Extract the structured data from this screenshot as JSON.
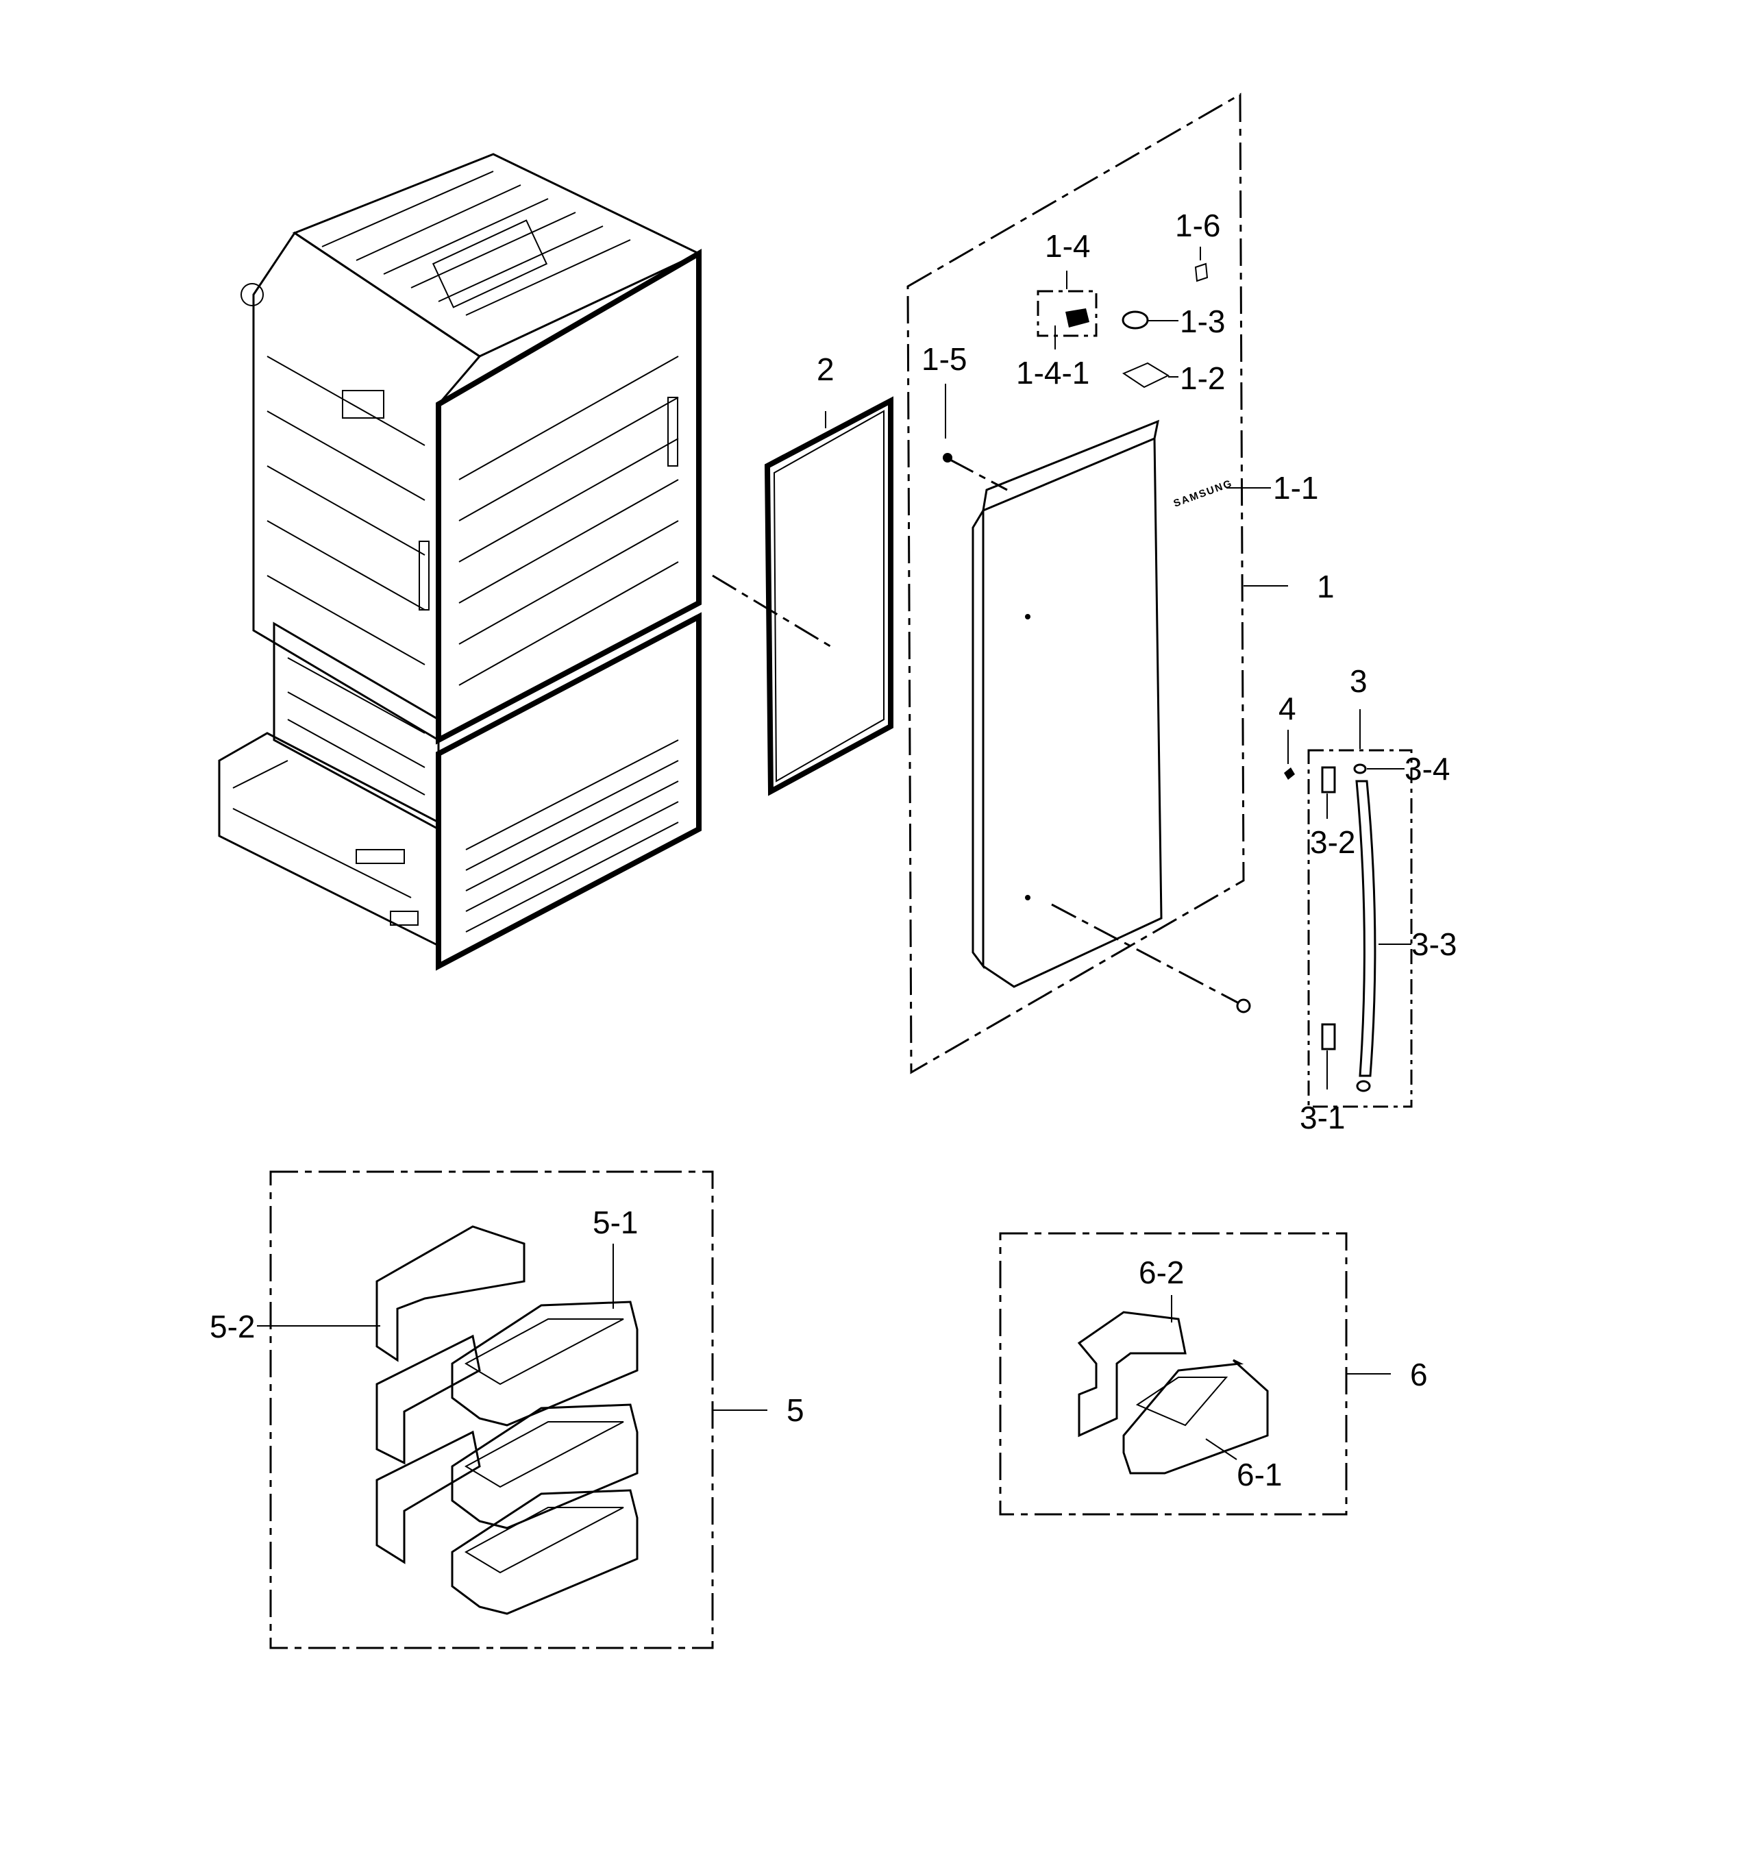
{
  "labels": {
    "l1": "1",
    "l1_1": "1-1",
    "l1_2": "1-2",
    "l1_3": "1-3",
    "l1_4": "1-4",
    "l1_4_1": "1-4-1",
    "l1_5": "1-5",
    "l1_6": "1-6",
    "l2": "2",
    "l3": "3",
    "l3_1": "3-1",
    "l3_2": "3-2",
    "l3_3": "3-3",
    "l3_4": "3-4",
    "l4": "4",
    "l5": "5",
    "l5_1": "5-1",
    "l5_2": "5-2",
    "l6": "6",
    "l6_1": "6-1",
    "l6_2": "6-2"
  },
  "brand_text": "SAMSUNG"
}
